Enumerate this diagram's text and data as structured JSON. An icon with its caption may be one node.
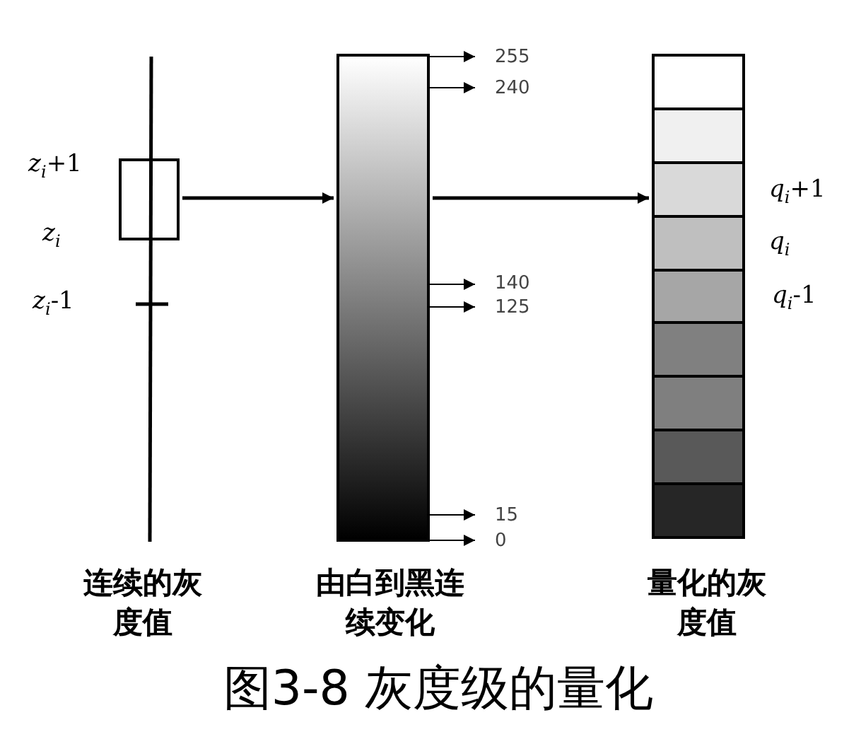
{
  "diagram": {
    "caption": "图3-8 灰度级的量化",
    "nodes": [
      {
        "text": [],
        "shape": "box"
      },
      {
        "text": [],
        "shape": "bar",
        "beside": [
          "由白到黑连续变化"
        ]
      },
      {
        "text": [],
        "shape": "bar",
        "beside": [
          "量化的灰度值"
        ]
      },
      {
        "text": [
          "255"
        ]
      },
      {
        "text": [
          "240"
        ]
      },
      {
        "text": [
          "140"
        ]
      },
      {
        "text": [
          "125"
        ]
      },
      {
        "text": [
          "15"
        ]
      },
      {
        "text": [
          "0"
        ]
      }
    ],
    "edges": [
      {
        "from": 0,
        "to": 1,
        "arrow": "to",
        "style": "thick"
      },
      {
        "from": 1,
        "to": 2,
        "arrow": "to",
        "style": "thick"
      },
      {
        "from": 1,
        "to": 3,
        "arrow": "to"
      },
      {
        "from": 1,
        "to": 4,
        "arrow": "to"
      },
      {
        "from": 1,
        "to": 5,
        "arrow": "to"
      },
      {
        "from": 1,
        "to": 6,
        "arrow": "to"
      },
      {
        "from": 1,
        "to": 7,
        "arrow": "to"
      },
      {
        "from": 1,
        "to": 8,
        "arrow": "to"
      }
    ],
    "labels": [
      "*z*$_{i}$+1",
      "*z*$_{i}$",
      "*z*$_{i}$-1",
      "*q*$_{i}$+1",
      "*q*$_{i}$",
      "*q*$_{i}$-1",
      "连续的灰度值"
    ]
  }
}
